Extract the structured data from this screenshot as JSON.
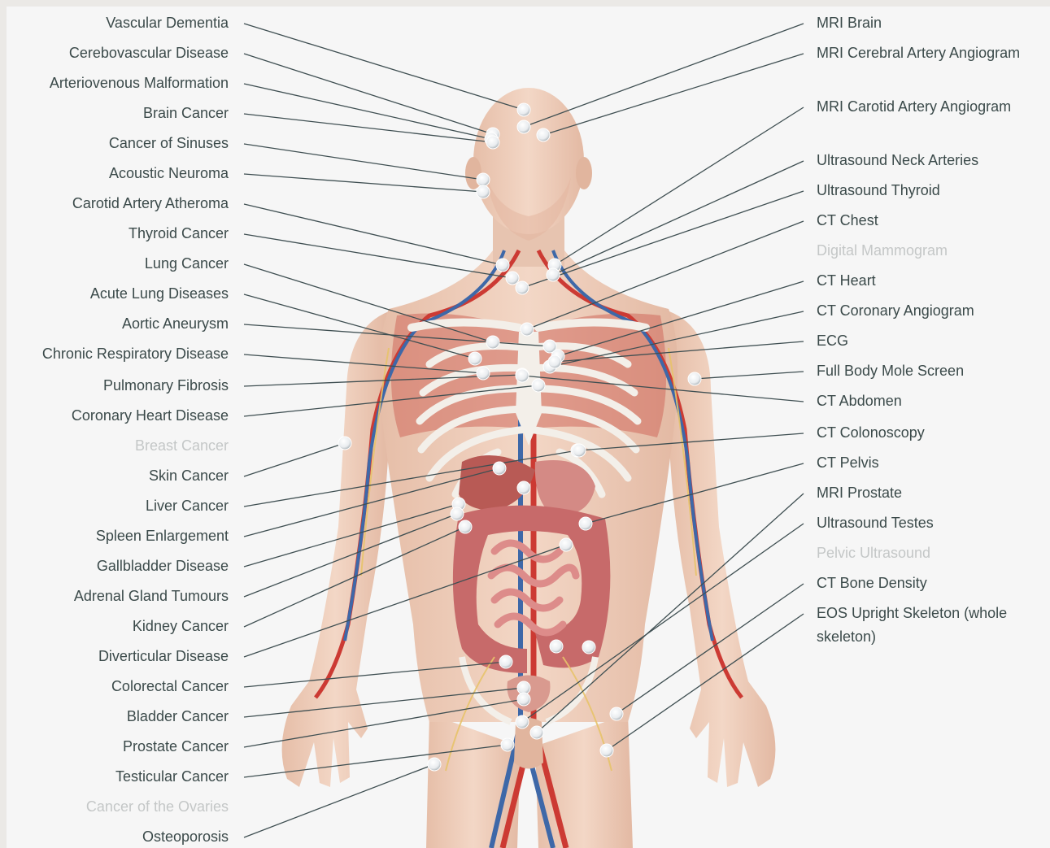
{
  "left_conditions": [
    {
      "label": "Vascular Dementia"
    },
    {
      "label": "Cerebovascular Disease"
    },
    {
      "label": "Arteriovenous Malformation"
    },
    {
      "label": "Brain Cancer"
    },
    {
      "label": "Cancer of Sinuses"
    },
    {
      "label": "Acoustic Neuroma"
    },
    {
      "label": "Carotid Artery Atheroma"
    },
    {
      "label": "Thyroid Cancer"
    },
    {
      "label": "Lung Cancer"
    },
    {
      "label": "Acute Lung Diseases"
    },
    {
      "label": "Aortic Aneurysm"
    },
    {
      "label": "Chronic Respiratory Disease"
    },
    {
      "label": "Pulmonary Fibrosis"
    },
    {
      "label": "Coronary Heart Disease"
    },
    {
      "label": "Breast Cancer",
      "faded": true
    },
    {
      "label": "Skin Cancer"
    },
    {
      "label": "Liver Cancer"
    },
    {
      "label": "Spleen Enlargement"
    },
    {
      "label": "Gallbladder Disease"
    },
    {
      "label": "Adrenal Gland Tumours"
    },
    {
      "label": "Kidney Cancer"
    },
    {
      "label": "Diverticular Disease"
    },
    {
      "label": "Colorectal Cancer"
    },
    {
      "label": "Bladder Cancer"
    },
    {
      "label": "Prostate Cancer"
    },
    {
      "label": "Testicular Cancer"
    },
    {
      "label": "Cancer of the Ovaries",
      "faded": true
    },
    {
      "label": "Osteoporosis"
    }
  ],
  "right_scans": [
    {
      "label": "MRI Brain"
    },
    {
      "label": "MRI Cerebral Artery Angiogram"
    },
    {
      "label": "MRI Carotid Artery Angiogram"
    },
    {
      "label": "Ultrasound Neck Arteries"
    },
    {
      "label": "Ultrasound Thyroid"
    },
    {
      "label": "CT Chest"
    },
    {
      "label": "Digital Mammogram",
      "faded": true
    },
    {
      "label": "CT Heart"
    },
    {
      "label": "CT Coronary Angiogram"
    },
    {
      "label": "ECG"
    },
    {
      "label": "Full Body Mole Screen"
    },
    {
      "label": "CT Abdomen"
    },
    {
      "label": "CT Colonoscopy"
    },
    {
      "label": "CT Pelvis"
    },
    {
      "label": "MRI Prostate"
    },
    {
      "label": "Ultrasound Testes"
    },
    {
      "label": "Pelvic Ultrasound",
      "faded": true
    },
    {
      "label": "CT Bone Density"
    },
    {
      "label": "EOS Upright Skeleton (whole skeleton)"
    }
  ],
  "colors": {
    "text": "#3b4a4a",
    "faded_text": "#c4c7c7",
    "leader_line": "#3f4f52",
    "background": "#f6f6f6",
    "skin": "#efd2bf",
    "muscle": "#c9574e",
    "artery": "#cc3a33",
    "vein": "#3e68a8",
    "bone": "#f3efe9",
    "intestine": "#c76a6a",
    "nerve": "#e7c36a"
  }
}
